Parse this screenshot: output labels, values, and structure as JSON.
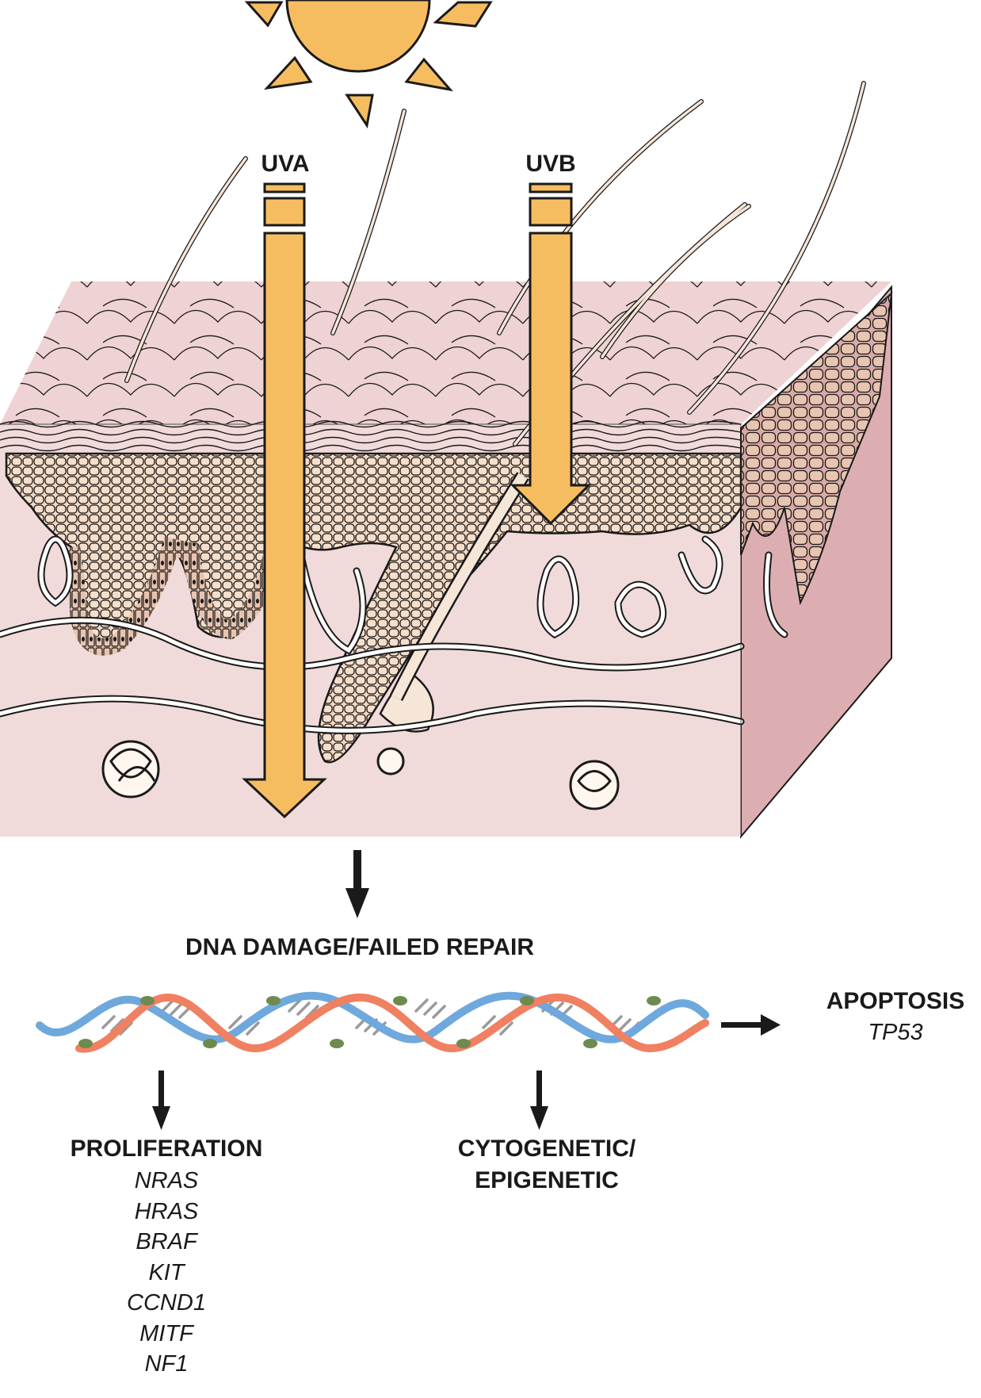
{
  "uv": {
    "uva_label": "UVA",
    "uvb_label": "UVB"
  },
  "dna": {
    "label": "DNA DAMAGE/FAILED REPAIR"
  },
  "outcomes": {
    "apoptosis": {
      "title": "APOPTOSIS",
      "genes": [
        "TP53"
      ]
    },
    "proliferation": {
      "title": "PROLIFERATION",
      "genes": [
        "NRAS",
        "HRAS",
        "BRAF",
        "KIT",
        "CCND1",
        "MITF",
        "NF1"
      ]
    },
    "cytogenetic": {
      "title_line1": "CYTOGENETIC/",
      "title_line2": "EPIGENETIC"
    }
  },
  "colors": {
    "sun": "#F6BD60",
    "uv_arrow": "#F6BD60",
    "skin_front": "#F1DADA",
    "skin_top": "#EFD2D3",
    "skin_side": "#DDAEB1",
    "cells": "#F3D8C2",
    "basal_cells": "#E3BBA5",
    "hair": "#F6E6D8",
    "dna_strand_blue": "#6FA8DC",
    "dna_strand_red": "#F08062",
    "dna_overlap": "#6E8A4E"
  }
}
